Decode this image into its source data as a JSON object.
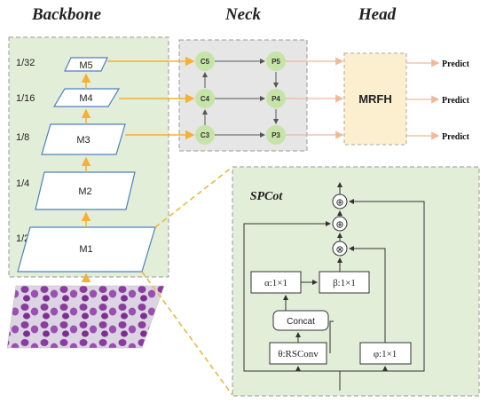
{
  "headers": {
    "backbone": "Backbone",
    "neck": "Neck",
    "head": "Head"
  },
  "backbone": {
    "stages": [
      {
        "label": "M5",
        "scale": "1/32"
      },
      {
        "label": "M4",
        "scale": "1/16"
      },
      {
        "label": "M3",
        "scale": "1/8"
      },
      {
        "label": "M2",
        "scale": "1/4"
      },
      {
        "label": "M1",
        "scale": "1/2"
      }
    ]
  },
  "neck": {
    "c_nodes": [
      "C5",
      "C4",
      "C3"
    ],
    "p_nodes": [
      "P5",
      "P4",
      "P3"
    ]
  },
  "head": {
    "module": "MRFH",
    "outputs": [
      "Predict",
      "Predict",
      "Predict"
    ]
  },
  "spcot": {
    "title": "SPCot",
    "alpha": "α:1×1",
    "beta": "β:1×1",
    "concat": "Concat",
    "theta": "θ:RSConv",
    "phi": "φ:1×1",
    "ops": [
      "⊕",
      "⊕",
      "⊗"
    ]
  },
  "colors": {
    "panel_green": "#e3eed8",
    "panel_gray": "#e6e6e6",
    "mrfh_fill": "#fbefcf",
    "node_green": "#c6e3a8",
    "stage_border": "#4d7fc4",
    "arrow_orange": "#f3b233",
    "arrow_peach": "#f0b99a",
    "dashed_border": "#9a9a9a"
  }
}
